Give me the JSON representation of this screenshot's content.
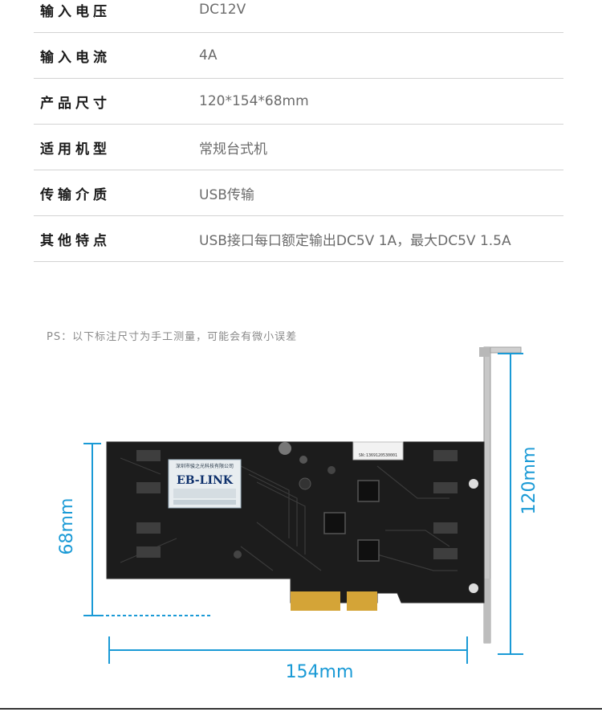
{
  "specs": [
    {
      "label": "输入电压",
      "value": "DC12V"
    },
    {
      "label": "输入电流",
      "value": "4A"
    },
    {
      "label": "产品尺寸",
      "value": "120*154*68mm"
    },
    {
      "label": "适用机型",
      "value": "常规台式机"
    },
    {
      "label": "传输介质",
      "value": "USB传输"
    },
    {
      "label": "其他特点",
      "value": "USB接口每口额定输出DC5V 1A，最大DC5V 1.5A"
    }
  ],
  "note": "PS：以下标注尺寸为手工测量，可能会有微小误差",
  "dimensions": {
    "height": "68mm",
    "width": "154mm",
    "bracket": "120mm"
  },
  "card": {
    "brand": "EB-LINK",
    "company": "深圳市骏之光科技有限公司",
    "serial": "SN:1369120530001"
  },
  "colors": {
    "dimension": "#1a9ad6",
    "pcb": "#1c1c1c",
    "gold": "#d4a437"
  }
}
